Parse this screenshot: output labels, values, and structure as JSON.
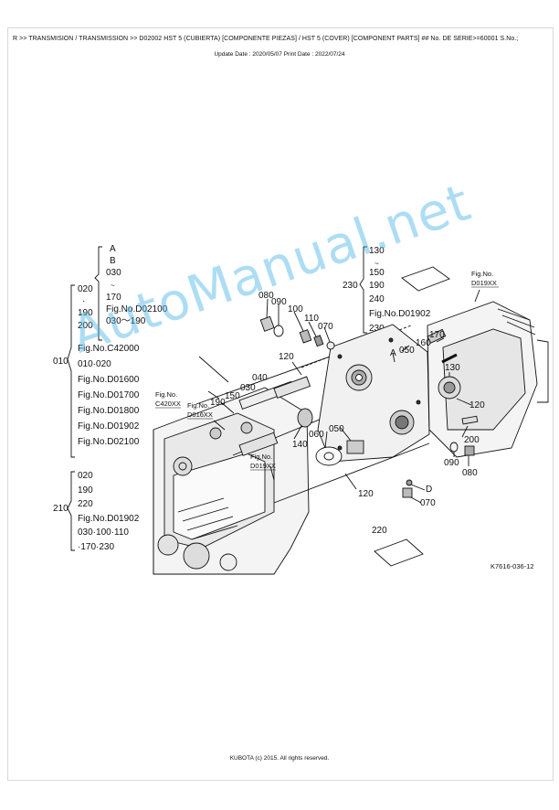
{
  "header": {
    "breadcrumb": "R >> TRANSMISION / TRANSMISSION >> D02002   HST 5 (CUBIERTA) [COMPONENTE PIEZAS] / HST 5 (COVER) [COMPONENT PARTS] ## No. DE SERIE>=60001 S.No.;",
    "dates": "Update Date : 2020/05/07   Print Date : 2022/07/24"
  },
  "left_list": {
    "group_a": [
      "A",
      "B",
      "030",
      "~",
      "170",
      "Fig.No.D02100",
      "030～190"
    ],
    "group_020": [
      "020",
      "·",
      "190",
      "200"
    ],
    "group_010_label": "010",
    "group_010": [
      "Fig.No.C42000",
      "010·020",
      "Fig.No.D01600",
      "Fig.No.D01700",
      "Fig.No.D01800",
      "Fig.No.D01902",
      "Fig.No.D02100"
    ],
    "group_210_label": "210",
    "group_210": [
      "020",
      "190",
      "220",
      "Fig.No.D01902",
      "030·100·110",
      "·170·230"
    ]
  },
  "right_list": {
    "label_230": "230",
    "items": [
      "130",
      "~",
      "150",
      "190",
      "240",
      "Fig.No.D01902",
      "230"
    ]
  },
  "figure_refs": {
    "top_right": [
      "Fig.No.",
      "D019XX"
    ],
    "c420": [
      "Fig.No.",
      "C420XX"
    ],
    "d016": [
      "Fig.No.",
      "D016XX"
    ],
    "d019": [
      "Fig.No.",
      "D019XX"
    ]
  },
  "callouts": {
    "c080a": "080",
    "c090a": "090",
    "c100": "100",
    "c110": "110",
    "c070a": "070",
    "c120a": "120",
    "c030": "030",
    "c040": "040",
    "c150": "150",
    "c190": "190",
    "c140": "140",
    "c060": "060",
    "c050a": "050",
    "c050b": "050",
    "cA": "A",
    "c160": "160",
    "c170": "170",
    "c130": "130",
    "c120b": "120",
    "c200": "200",
    "c090b": "090",
    "c080b": "080",
    "cD": "D",
    "c070b": "070",
    "c120c": "120",
    "c220": "220"
  },
  "drawing_code": "K7616-036-12",
  "watermark": "AutoManual.net",
  "footer": "KUBOTA (c) 2015. All rights reserved."
}
